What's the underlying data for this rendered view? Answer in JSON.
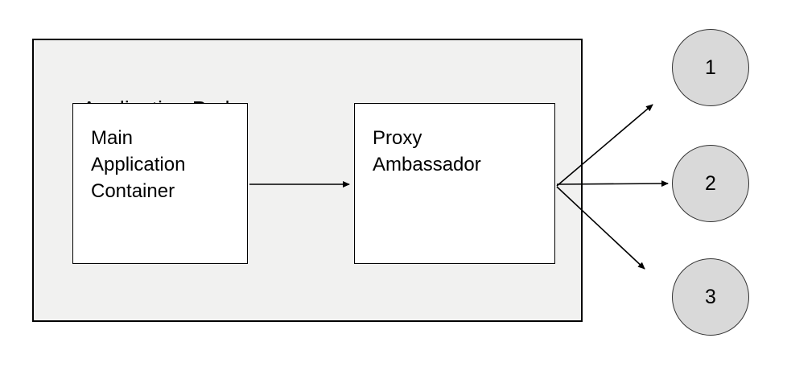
{
  "diagram": {
    "pod": {
      "label": "Application Pod"
    },
    "containers": [
      {
        "label": "Main Application Container"
      },
      {
        "label": "Proxy Ambassador"
      }
    ],
    "edges": [
      {
        "from": "Main Application Container",
        "to": "Proxy Ambassador"
      },
      {
        "from": "Proxy Ambassador",
        "to": "1"
      },
      {
        "from": "Proxy Ambassador",
        "to": "2"
      },
      {
        "from": "Proxy Ambassador",
        "to": "3"
      }
    ],
    "endpoints": [
      {
        "label": "1"
      },
      {
        "label": "2"
      },
      {
        "label": "3"
      }
    ],
    "colors": {
      "pod_fill": "#f1f1f0",
      "container_fill": "#ffffff",
      "endpoint_fill": "#d9d9d9",
      "stroke": "#000000"
    }
  }
}
